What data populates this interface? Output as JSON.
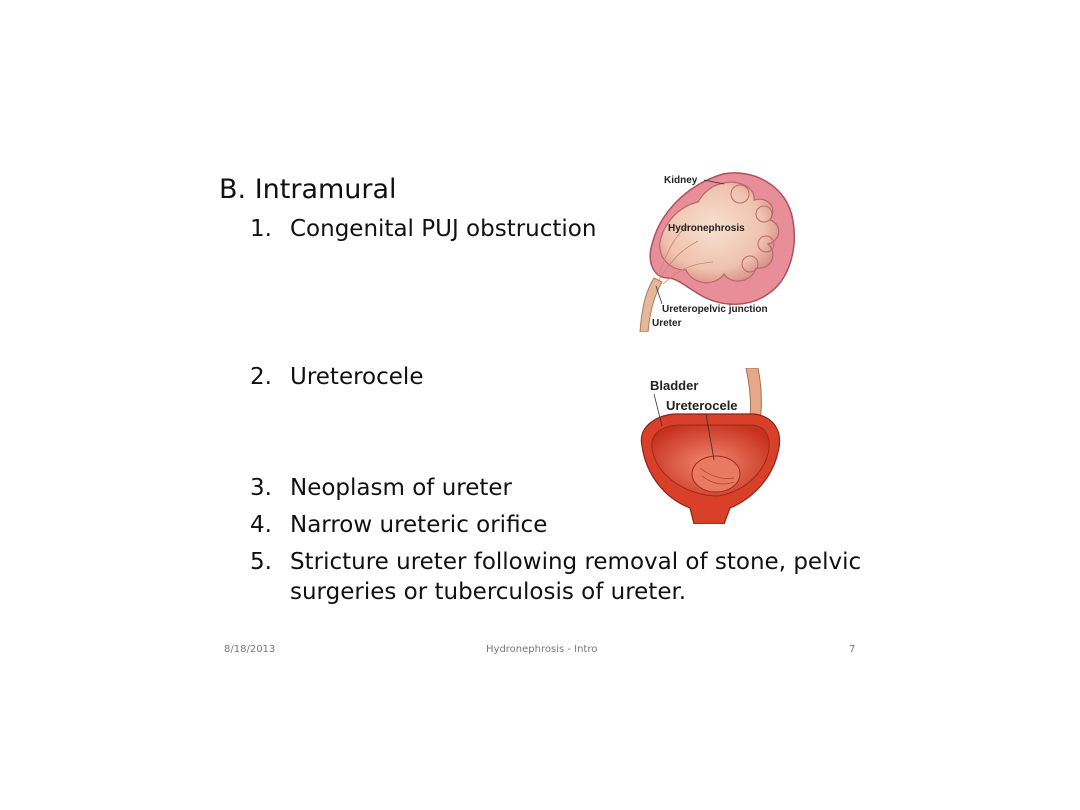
{
  "slide": {
    "heading": "B. Intramural",
    "items": [
      {
        "num": "1.",
        "text": "Congenital PUJ obstruction"
      },
      {
        "num": "2.",
        "text": "Ureterocele"
      },
      {
        "num": "3.",
        "text": "Neoplasm of ureter"
      },
      {
        "num": "4.",
        "text": "Narrow ureteric orifice"
      },
      {
        "num": "5.",
        "text": "Stricture ureter following removal of stone, pelvic surgeries or tuberculosis of ureter."
      }
    ]
  },
  "kidney_illustration": {
    "labels": {
      "kidney": "Kidney",
      "hydronephrosis": "Hydronephrosis",
      "upj": "Ureteropelvic junction",
      "ureter": "Ureter"
    }
  },
  "bladder_illustration": {
    "labels": {
      "bladder": "Bladder",
      "ureterocele": "Ureterocele"
    }
  },
  "footer": {
    "date": "8/18/2013",
    "title": "Hydronephrosis - Intro",
    "page": "7"
  }
}
